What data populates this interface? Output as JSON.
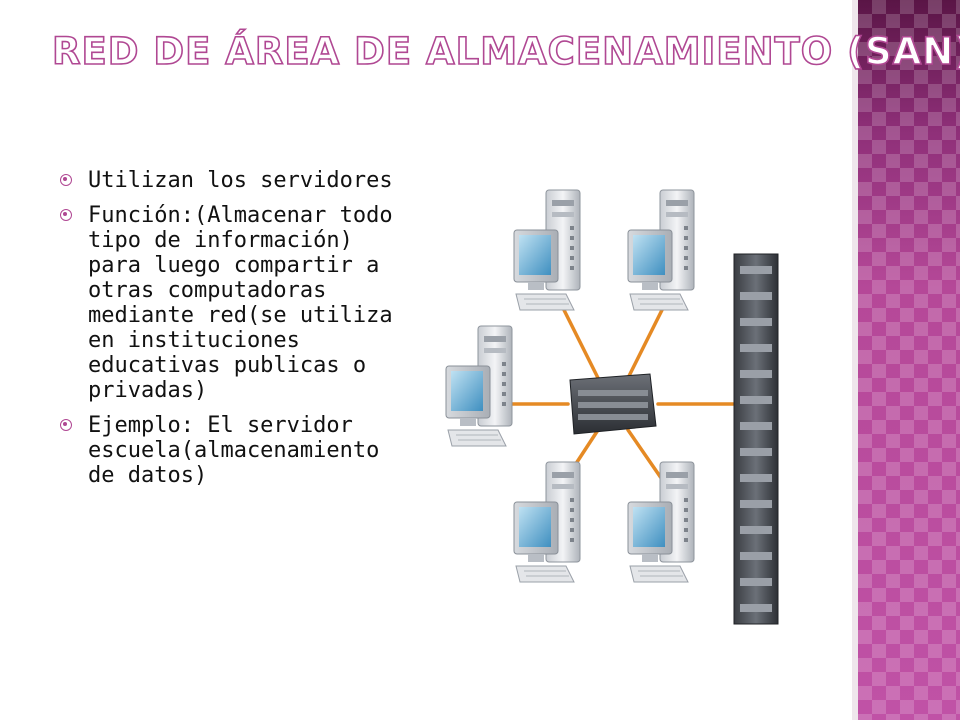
{
  "title": "Red de Área de Almacenamiento (SAN)",
  "bullets": [
    {
      "text": "Utilizan los servidores"
    },
    {
      "text": "Función:(Almacenar todo tipo de información) para luego compartir a otras computadoras mediante red(se utiliza en instituciones educativas publicas o privadas)"
    },
    {
      "text": "Ejemplo: El servidor escuela(almacenamiento de datos)"
    }
  ],
  "colors": {
    "accent": "#b04893",
    "band": "#b8479a",
    "link": "#e58a24"
  },
  "diagram": {
    "icons": [
      "workstation-icon",
      "network-switch-icon",
      "storage-rack-icon"
    ]
  }
}
